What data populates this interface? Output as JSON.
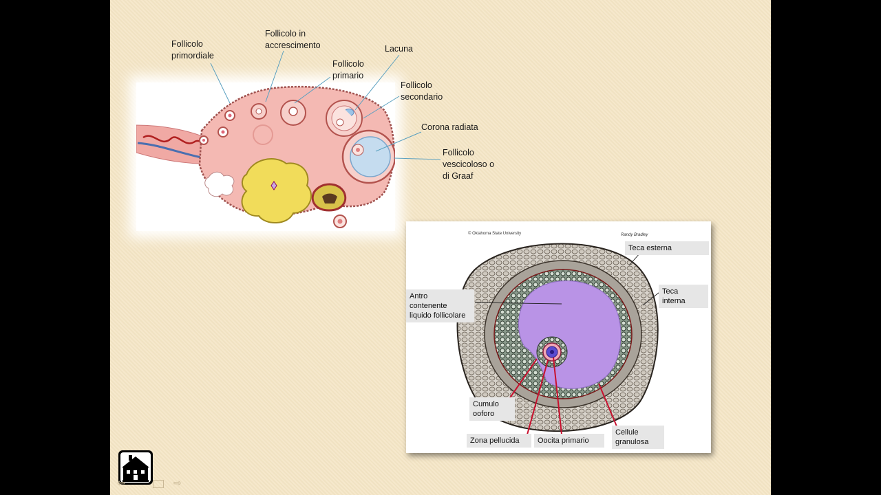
{
  "ovary_labels": {
    "primordiale": "Follicolo\nprimordiale",
    "accrescimento": "Follicolo in\naccrescimento",
    "primario": "Follicolo\nprimario",
    "lacuna": "Lacuna",
    "secondario": "Follicolo\nsecondario",
    "corona": "Corona radiata",
    "graaf": "Follicolo\nvescicoloso o\ndi Graaf"
  },
  "follicle_labels": {
    "copyright": "© Oklahoma State University",
    "signature": "Randy Bradley",
    "teca_esterna": "Teca esterna",
    "teca_interna": "Teca\ninterna",
    "antro": "Antro\ncontenente\nliquido follicolare",
    "cumulo": "Cumulo\nooforo",
    "zona": "Zona pellucida",
    "oocita": "Oocita primario",
    "granulosa": "Cellule\ngranulosa"
  },
  "icons": {
    "home": "house-icon",
    "prev": "arrow-left-icon",
    "next": "arrow-right-icon"
  },
  "colors": {
    "slide_bg": "#f5e6c6",
    "ovary_tissue": "#f2b4b0",
    "antrum": "#b993e6",
    "leader_red": "#c8102e"
  }
}
